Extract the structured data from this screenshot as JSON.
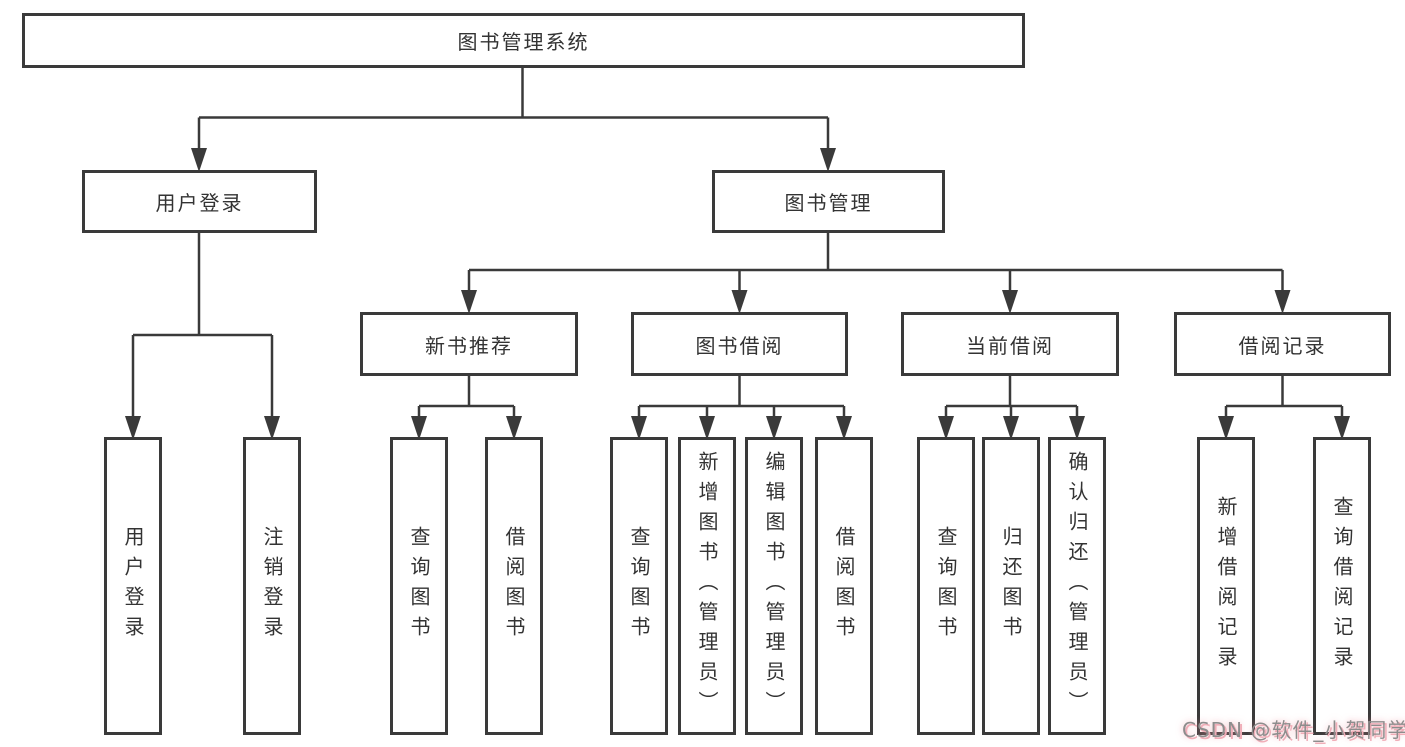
{
  "diagram": {
    "nodes": {
      "root": "图书管理系统",
      "userLogin": "用户登录",
      "bookManagement": "图书管理",
      "newBookRecommend": "新书推荐",
      "bookBorrowing": "图书借阅",
      "currentBorrowing": "当前借阅",
      "borrowingRecords": "借阅记录",
      "leafUserLogin": "用户登录",
      "leafLogout": "注销登录",
      "leafQueryBooksRecommend": "查询图书",
      "leafBorrowBooksRecommend": "借阅图书",
      "leafQueryBooksBorrowing": "查询图书",
      "leafAddBookAdmin": "新增图书（管理员）",
      "leafEditBookAdmin": "编辑图书（管理员）",
      "leafBorrowBooksBorrowing": "借阅图书",
      "leafQueryBooksCurrent": "查询图书",
      "leafReturnBooks": "归还图书",
      "leafConfirmReturnAdmin": "确认归还（管理员）",
      "leafAddBorrowRecord": "新增借阅记录",
      "leafQueryBorrowRecord": "查询借阅记录"
    },
    "colors": {
      "line": "#3a3a3a",
      "text": "#333333",
      "background": "#ffffff",
      "watermark_text": "#8d8d8d",
      "watermark_shadow": "#f0aeb8"
    }
  },
  "watermark": "CSDN @软件_小贺同学"
}
